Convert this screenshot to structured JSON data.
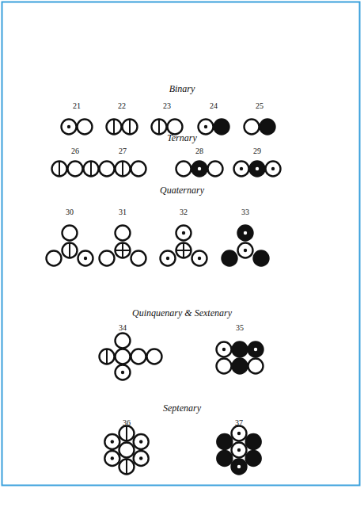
{
  "diagram": {
    "labels": [
      "Binary",
      "21",
      "22",
      "23",
      "24",
      "25",
      "Ternary",
      "26",
      "27",
      "28",
      "29",
      "Quaternary",
      "30",
      "31",
      "32",
      "33",
      "Quinquenary & Sextenary",
      "34",
      "35",
      "Septenary",
      "36",
      "37"
    ]
  }
}
